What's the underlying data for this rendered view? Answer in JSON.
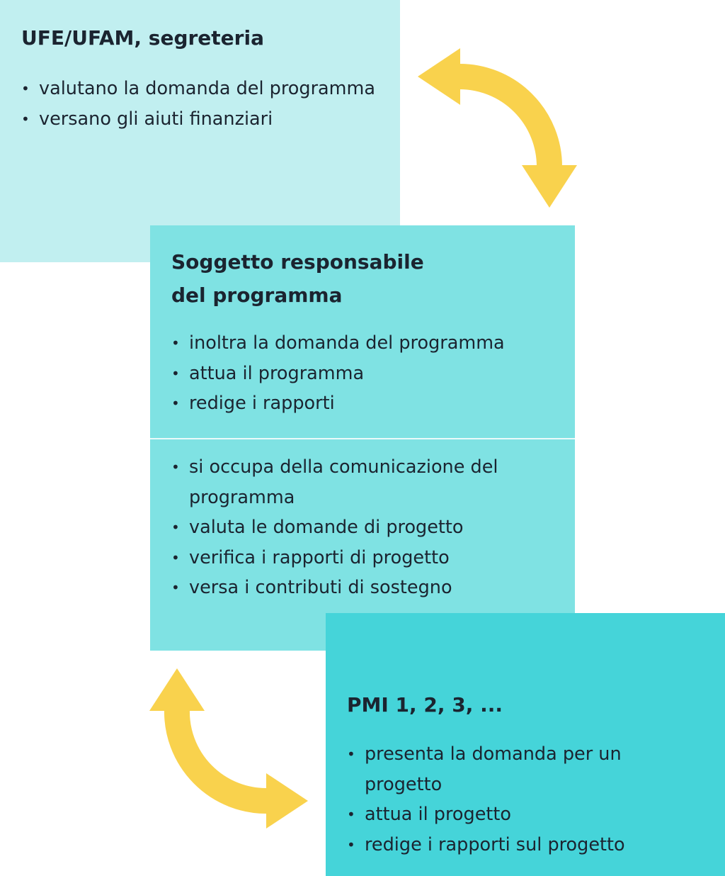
{
  "boxes": {
    "authorities": {
      "title": "UFE/UFAM, segreteria",
      "items": [
        "valutano la domanda del programma",
        "versano gli aiuti finanziari"
      ]
    },
    "program_manager": {
      "title": "Soggetto responsabile\ndel programma",
      "items_top": [
        "inoltra la domanda del programma",
        "attua il programma",
        "redige i rapporti"
      ],
      "items_bottom": [
        "si occupa della comunicazione del\nprogramma",
        "valuta le domande di progetto",
        "verifica i rapporti di progetto",
        "versa i contributi di sostegno"
      ]
    },
    "sme": {
      "title": "PMI 1, 2, 3, ...",
      "items": [
        "presenta la domanda per un\nprogetto",
        "attua il progetto",
        "redige i rapporti sul progetto"
      ]
    }
  },
  "colors": {
    "box1": "#c1eff0",
    "box2": "#7fe2e3",
    "box3": "#45d4d9",
    "arrow": "#f9d24d"
  }
}
